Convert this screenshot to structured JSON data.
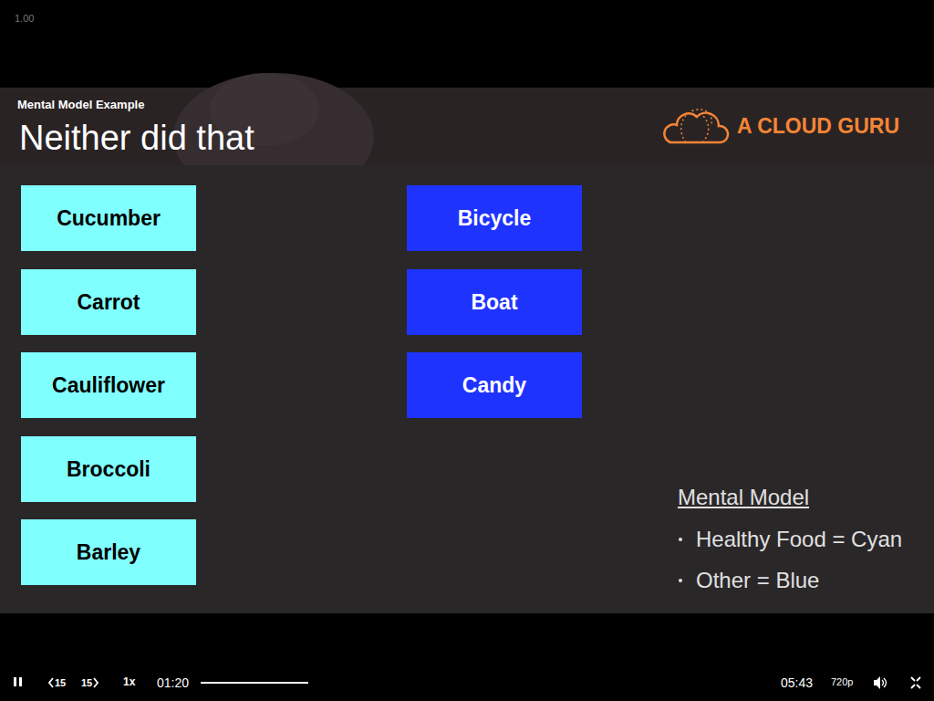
{
  "diagram": {
    "title": "Neither did that",
    "nodes": [
      {
        "text": [
          "Cucumber"
        ]
      },
      {
        "text": [
          "Carrot"
        ]
      },
      {
        "text": [
          "Cauliflower"
        ]
      },
      {
        "text": [
          "Broccoli"
        ]
      },
      {
        "text": [
          "Barley"
        ]
      },
      {
        "text": [
          "Bicycle"
        ]
      },
      {
        "text": [
          "Boat"
        ]
      },
      {
        "text": [
          "Candy"
        ]
      }
    ],
    "labels": [
      "1.00",
      "Mental Model Example",
      "A CLOUD GURU",
      "Mental Model",
      "Healthy Food = Cyan",
      "Other = Blue",
      "15",
      "15",
      "1x",
      "01:20",
      "05:43",
      "720p"
    ]
  }
}
